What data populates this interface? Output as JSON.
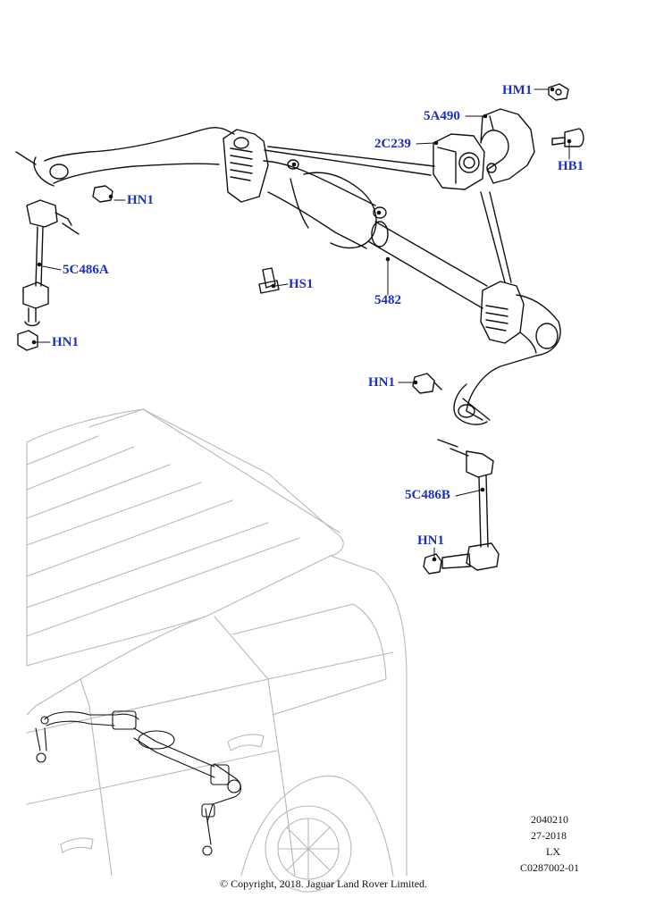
{
  "callouts": {
    "hm1": "HM1",
    "p5a490": "5A490",
    "p2c239": "2C239",
    "hb1": "HB1",
    "hn1_top": "HN1",
    "p5c486a": "5C486A",
    "hs1": "HS1",
    "p5482": "5482",
    "hn1_left": "HN1",
    "hn1_mid": "HN1",
    "p5c486b": "5C486B",
    "hn1_bottom": "HN1"
  },
  "info": {
    "ref1": "2040210",
    "ref2": "27-2018",
    "ref3": "LX",
    "ref4": "C0287002-01"
  },
  "copyright": "© Copyright, 2018. Jaguar Land Rover Limited.",
  "colors": {
    "label": "#1b2fc4",
    "line": "#111111",
    "ghost": "#bdbdbd"
  }
}
